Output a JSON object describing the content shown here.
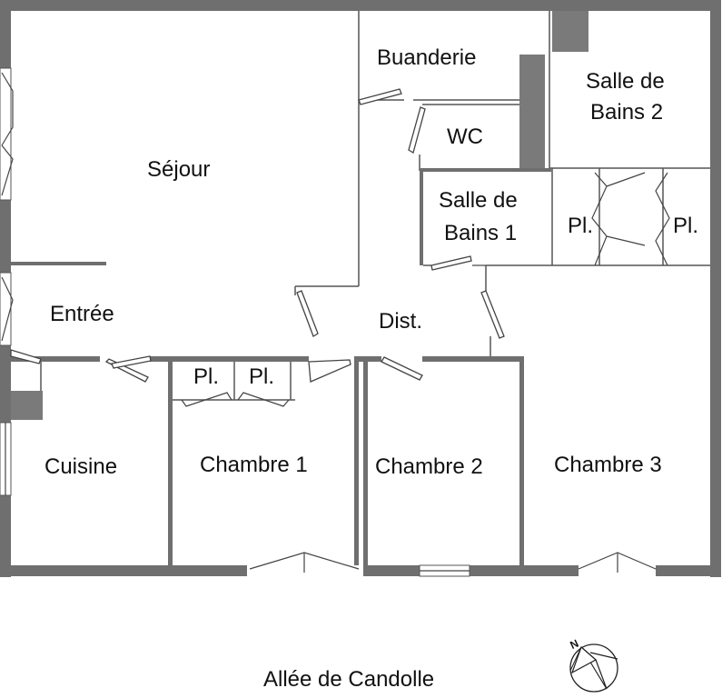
{
  "rooms": {
    "sejour": "Séjour",
    "buanderie": "Buanderie",
    "salle_de_bains_2_line1": "Salle de",
    "salle_de_bains_2_line2": "Bains 2",
    "wc": "WC",
    "salle_de_bains_1_line1": "Salle de",
    "salle_de_bains_1_line2": "Bains 1",
    "placard_sdb_left": "Pl.",
    "placard_sdb_right": "Pl.",
    "entree": "Entrée",
    "dist": "Dist.",
    "placard_ch1_left": "Pl.",
    "placard_ch1_right": "Pl.",
    "cuisine": "Cuisine",
    "chambre_1": "Chambre 1",
    "chambre_2": "Chambre 2",
    "chambre_3": "Chambre 3"
  },
  "street": "Allée de Candolle",
  "compass": {
    "letter": "N"
  }
}
